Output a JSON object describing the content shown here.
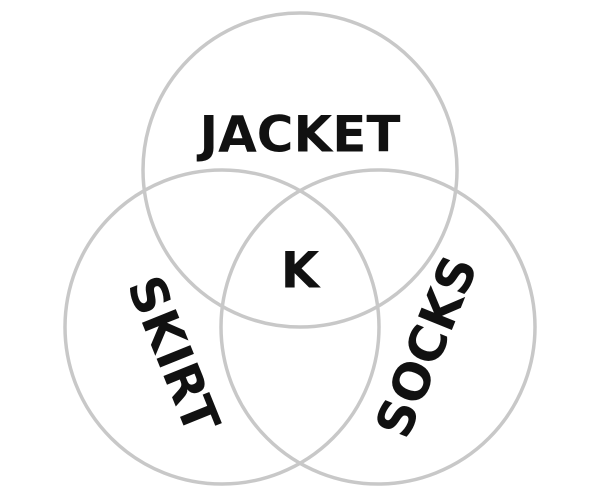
{
  "diagram": {
    "type": "venn",
    "sets": [
      {
        "id": "jacket",
        "label": "JACKET"
      },
      {
        "id": "skirt",
        "label": "SKIRT"
      },
      {
        "id": "socks",
        "label": "SOCKS"
      }
    ],
    "intersection_label": "K",
    "colors": {
      "circle_stroke": "#c8c8c8",
      "text": "#111111",
      "background": "#ffffff"
    }
  }
}
